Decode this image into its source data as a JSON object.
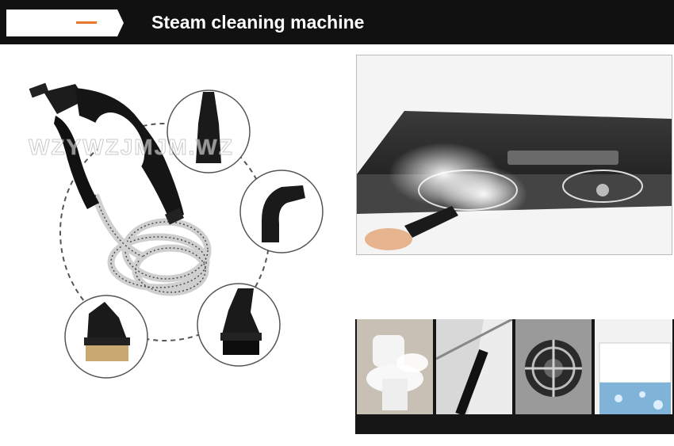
{
  "header": {
    "title": "Steam cleaning machine",
    "accent_color": "#e8772e",
    "bar_color": "#111111"
  },
  "watermark": {
    "text": "WZYWZJMJM.WZ"
  },
  "product": {
    "icon": "steam-gun-icon",
    "attachments": [
      "pointed-nozzle-icon",
      "bent-nozzle-icon",
      "angled-brass-brush-icon",
      "angled-black-brush-icon"
    ]
  },
  "scenes": {
    "main": "range-hood-cleaning",
    "tiles": [
      "toilet",
      "window-track",
      "gas-stove",
      "air-conditioner"
    ]
  }
}
